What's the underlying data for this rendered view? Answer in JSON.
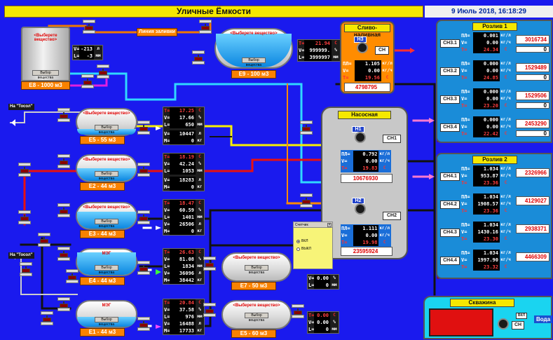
{
  "header": {
    "title": "Уличные Ёмкости",
    "datetime": "9 Июль 2018, 16:18:29"
  },
  "common": {
    "select_substance": "<Выберете вещество>",
    "select_btn": "Выбор вещества",
    "line": "Линия заливки",
    "to_tosol1": "На \"Тосол\"",
    "to_tosol2": "На \"Тосол\"",
    "meg": "МЭГ"
  },
  "labels": {
    "T": "T=",
    "V": "V=",
    "L": "L=",
    "M": "M=",
    "PL": "ПЛ=",
    "u_C": "С",
    "u_pct": "%",
    "u_mm": "мм",
    "u_l": "л",
    "u_kg": "кг",
    "u_kgl": "кг/л",
    "u_kgh": "кг/ч"
  },
  "tanks": {
    "e8": {
      "name": "Е8 - 1000 м3",
      "V": "-213",
      "L": "-3"
    },
    "e9": {
      "name": "Е9 - 100 м3",
      "T": "21.94",
      "V": "999999.",
      "L": "3999997"
    },
    "e5a": {
      "name": "Е5 - 55 м3",
      "T": "17.25",
      "V": "17.66",
      "L": "650",
      "V2": "10447",
      "M": "0"
    },
    "e2": {
      "name": "Е2 - 44 м3",
      "T": "18.19",
      "V": "42.24",
      "L": "1053",
      "V2": "18283",
      "M": "0"
    },
    "e3": {
      "name": "Е3 - 44 м3",
      "T": "18.47",
      "V": "60.59",
      "L": "1401",
      "V2": "26506",
      "M": "0"
    },
    "e4": {
      "name": "Е4 - 44 м3",
      "T": "26.63",
      "V": "81.08",
      "L": "1834",
      "V2": "36096",
      "M": "38442"
    },
    "e1": {
      "name": "Е1 - 44 м3",
      "T": "20.84",
      "V": "37.58",
      "L": "976",
      "V2": "16488",
      "M": "17733"
    },
    "e7": {
      "name": "Е7 - 50 м3",
      "V": "0.00",
      "L": "0"
    },
    "e5b": {
      "name": "Е5 - 60 м3",
      "T": "0.00",
      "V": "0.00",
      "L": "0"
    }
  },
  "sliv": {
    "title": "Сливо-наливная",
    "pump": "Н3",
    "ch": "СН",
    "PL": "1.105",
    "V": "0.00",
    "T": "19.56",
    "total": "4798795"
  },
  "nasos": {
    "title": "Насосная",
    "p1": {
      "pump": "Н1",
      "ch": "СН1",
      "PL": "0.792",
      "V": "0.00",
      "T": "19.83",
      "total": "10676930"
    },
    "p2": {
      "pump": "Н2",
      "ch": "СН2",
      "PL": "1.111",
      "V": "0.00",
      "T": "19.98",
      "total": "23595924"
    }
  },
  "rozliv1": {
    "title": "Розлив 1",
    "rows": [
      {
        "ch": "СН3.1",
        "PL": "0.001",
        "V": "0.00",
        "T": "24.34",
        "c1": "3016734",
        "c2": "0"
      },
      {
        "ch": "СН3.2",
        "PL": "0.000",
        "V": "0.00",
        "T": "24.85",
        "c1": "1529489",
        "c2": "0"
      },
      {
        "ch": "СН3.3",
        "PL": "0.000",
        "V": "0.00",
        "T": "23.20",
        "c1": "1529506",
        "c2": "0"
      },
      {
        "ch": "СН3.4",
        "PL": "0.000",
        "V": "0.00",
        "T": "22.42",
        "c1": "2453290",
        "c2": "0"
      }
    ]
  },
  "rozliv2": {
    "title": "Розлив 2",
    "rows": [
      {
        "ch": "СН4.1",
        "PL": "1.034",
        "V": "953.87",
        "T": "23.36",
        "c1": "2326966"
      },
      {
        "ch": "СН4.2",
        "PL": "1.034",
        "V": "1908.57",
        "T": "23.36",
        "c1": "4129027"
      },
      {
        "ch": "СН4.3",
        "PL": "1.034",
        "V": "1430.16",
        "T": "23.30",
        "c1": "2938371"
      },
      {
        "ch": "СН4.4",
        "PL": "1.034",
        "V": "1997.90",
        "T": "23.32",
        "c1": "4466309"
      }
    ]
  },
  "well": {
    "title": "Скважина",
    "ch": "СН",
    "btn": "ВКЛ",
    "out": "Вода"
  },
  "dialog": {
    "title": "Счетчик",
    "on": "ВКЛ",
    "off": "ВЫКЛ"
  }
}
